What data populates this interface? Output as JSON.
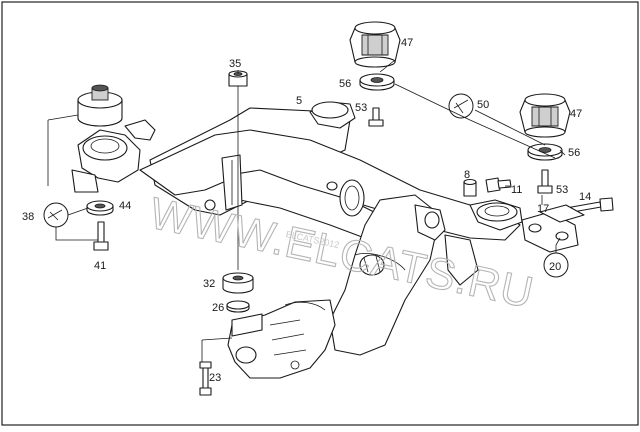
{
  "watermark": {
    "main": "WWW.ELCATS.RU",
    "small": "ELCATS2012"
  },
  "callouts": {
    "p5": "5",
    "p8": "8",
    "p11": "11",
    "p14": "14",
    "p17": "17",
    "p20": "20",
    "p23": "23",
    "p26": "26",
    "p32": "32",
    "p35": "35",
    "p38": "38",
    "p41": "41",
    "p44": "44",
    "p47a": "47",
    "p47b": "47",
    "p50": "50",
    "p53a": "53",
    "p53b": "53",
    "p56a": "56",
    "p56b": "56"
  }
}
